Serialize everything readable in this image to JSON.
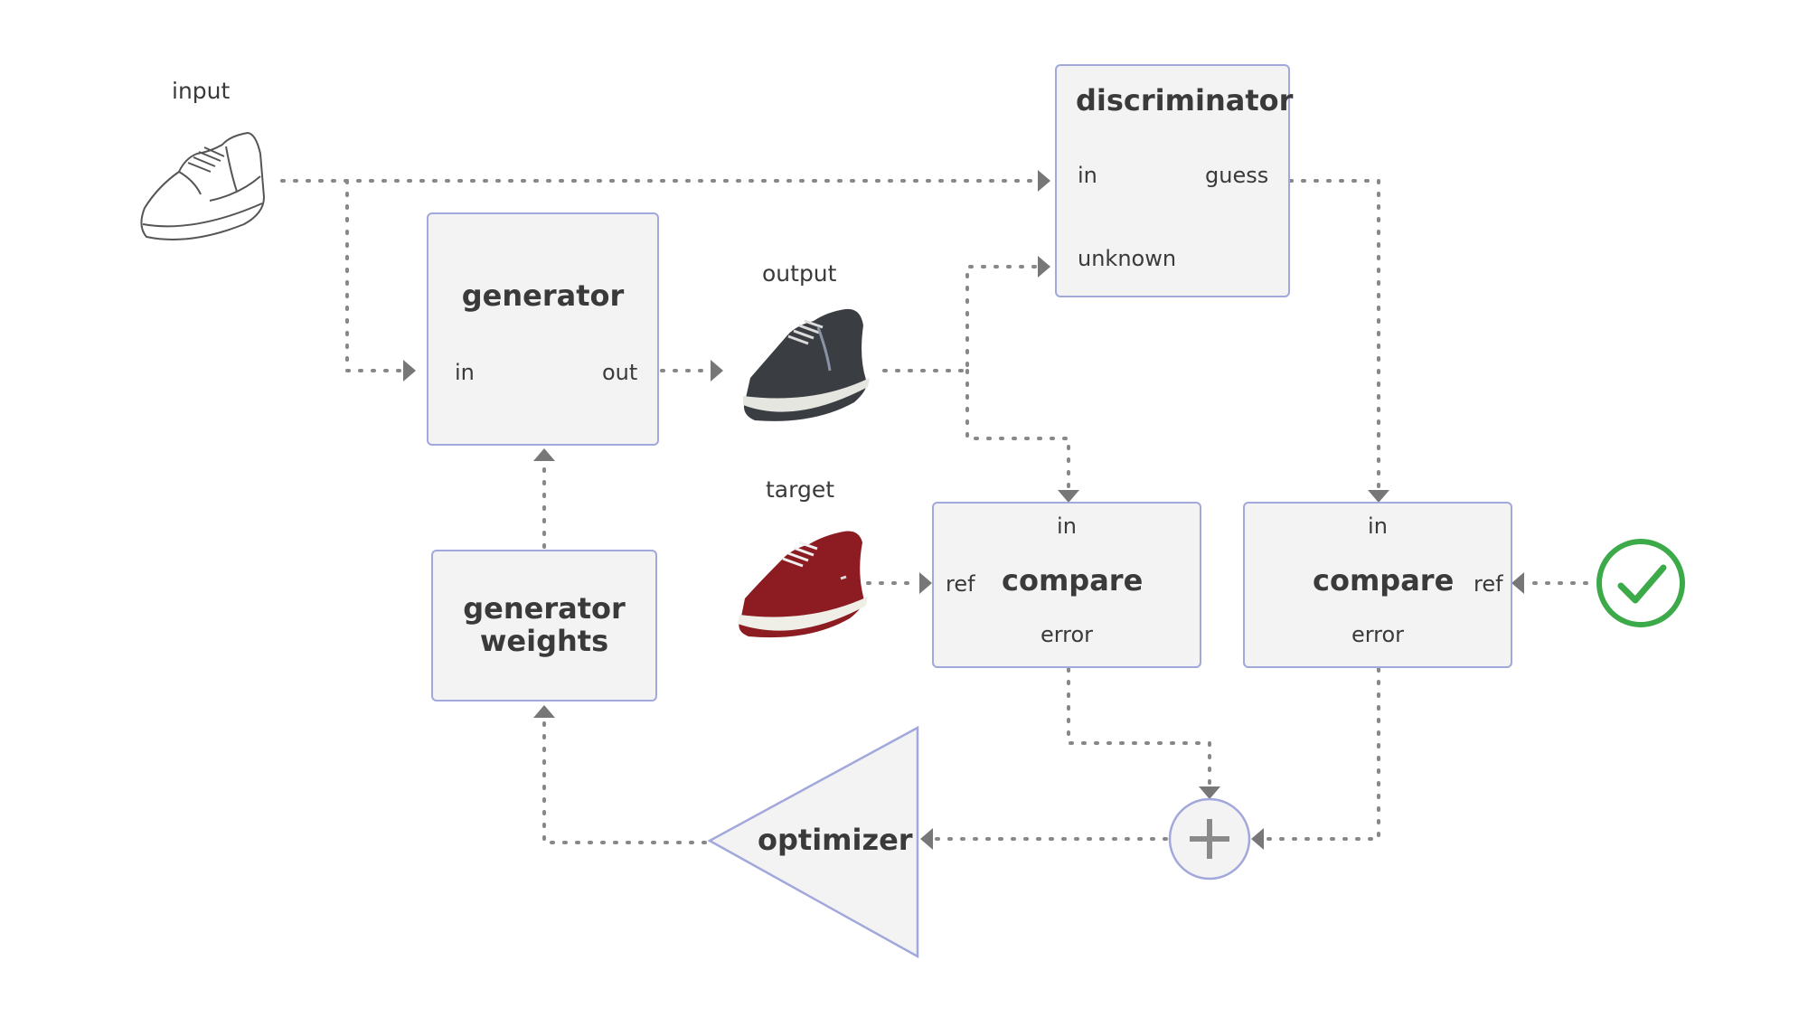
{
  "captions": {
    "input": "input",
    "output": "output",
    "target": "target"
  },
  "generator": {
    "title": "generator",
    "in": "in",
    "out": "out"
  },
  "discriminator": {
    "title": "discriminator",
    "in": "in",
    "guess": "guess",
    "unknown": "unknown"
  },
  "generator_weights": {
    "title_line1": "generator",
    "title_line2": "weights"
  },
  "compare_left": {
    "title": "compare",
    "in": "in",
    "ref": "ref",
    "error": "error"
  },
  "compare_right": {
    "title": "compare",
    "in": "in",
    "ref": "ref",
    "error": "error"
  },
  "optimizer": {
    "title": "optimizer"
  },
  "adder": {
    "symbol": "+"
  },
  "colors": {
    "box_fill": "#f3f3f3",
    "box_border": "#a2a8db",
    "arrow": "#777777",
    "check": "#3daa4a",
    "target_shoe": "#8c1c22",
    "output_shoe": "#3a3d42"
  },
  "icons": {
    "input_image": "sketch-shoe-icon",
    "output_image": "dark-sneaker-icon",
    "target_image": "red-sneaker-icon",
    "real_reference": "green-checkmark-icon"
  }
}
